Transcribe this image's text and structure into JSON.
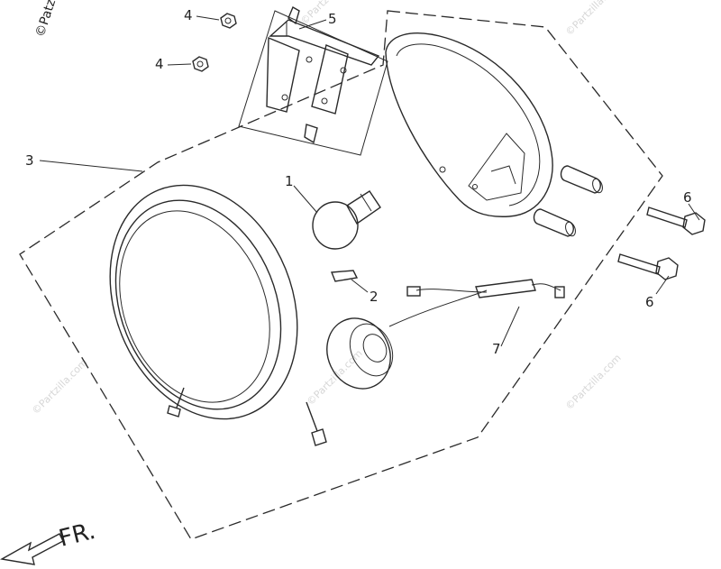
{
  "watermarks": {
    "top_left": "©Patzilla",
    "repeat": "©Partzilla.com"
  },
  "callouts": {
    "c1": "1",
    "c2": "2",
    "c3": "3",
    "c4a": "4",
    "c4b": "4",
    "c5": "5",
    "c6a": "6",
    "c6b": "6",
    "c7": "7"
  },
  "direction": {
    "label": "FR."
  },
  "colors": {
    "line": "#2a2a2a",
    "watermark": "#d6d6d6",
    "background": "#ffffff"
  }
}
